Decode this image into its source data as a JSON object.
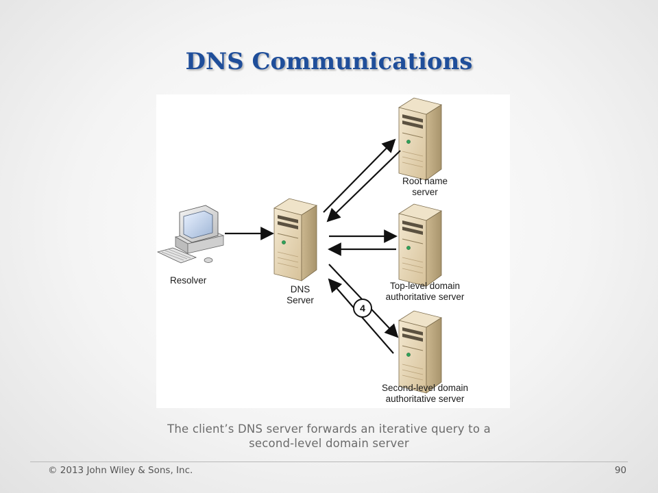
{
  "slide": {
    "title": "DNS Communications",
    "caption_line1": "The client’s DNS server forwards an iterative query to a",
    "caption_line2": "second-level domain server"
  },
  "diagram": {
    "resolver_label": "Resolver",
    "dns_server_label_1": "DNS",
    "dns_server_label_2": "Server",
    "root_label_1": "Root name",
    "root_label_2": "server",
    "tld_label_1": "Top-level domain",
    "tld_label_2": "authoritative server",
    "sld_label_1": "Second-level domain",
    "sld_label_2": "authoritative server",
    "step_number": "4"
  },
  "footer": {
    "copyright": "© 2013 John Wiley & Sons, Inc.",
    "page_number": "90"
  },
  "colors": {
    "title": "#1f4e9a",
    "server_body": "#e6d6b6",
    "server_side": "#bba77f",
    "arrow": "#111111"
  }
}
